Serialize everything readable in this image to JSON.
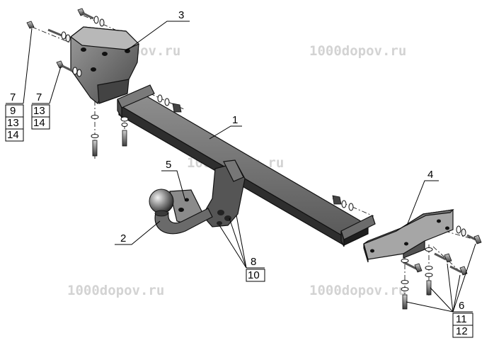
{
  "watermark": "1000dopov.ru",
  "callouts": {
    "main_beam": "1",
    "tow_ball": "2",
    "left_bracket": "3",
    "right_bracket": "4",
    "socket_plate": "5"
  },
  "tables": {
    "left_outer": [
      "7",
      "9",
      "13",
      "14"
    ],
    "left_inner": [
      "7",
      "13",
      "14"
    ],
    "mount_bolts": [
      "8",
      "10"
    ],
    "right_fasteners": [
      "6",
      "11",
      "12"
    ]
  },
  "colors": {
    "metal_dark": "#2a2a2a",
    "metal_mid": "#5e5e5e",
    "metal_light": "#9a9a9a",
    "metal_highlight": "#d0d0d0",
    "watermark": "#d3d3d3"
  }
}
